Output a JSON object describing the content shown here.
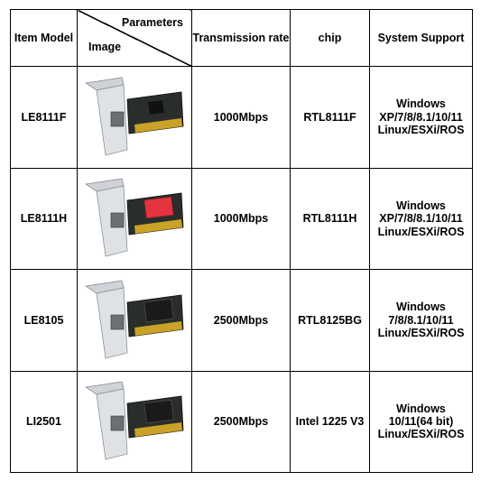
{
  "header": {
    "item_model": "Item Model",
    "parameters": "Parameters",
    "image": "Image",
    "transmission_rate": "Transmission rate",
    "chip": "chip",
    "system_support": "System Support"
  },
  "rows": [
    {
      "model": "LE8111F",
      "rate": "1000Mbps",
      "chip": "RTL8111F",
      "system": [
        "Windows",
        "XP/7/8/8.1/10/11",
        "Linux/ESXi/ROS"
      ],
      "heatsink_color": "#111111"
    },
    {
      "model": "LE8111H",
      "rate": "1000Mbps",
      "chip": "RTL8111H",
      "system": [
        "Windows",
        "XP/7/8/8.1/10/11",
        "Linux/ESXi/ROS"
      ],
      "heatsink_color": "#e53340"
    },
    {
      "model": "LE8105",
      "rate": "2500Mbps",
      "chip": "RTL8125BG",
      "system": [
        "Windows",
        "7/8/8.1/10/11",
        "Linux/ESXi/ROS"
      ],
      "heatsink_color": "#1a1a1a"
    },
    {
      "model": "LI2501",
      "rate": "2500Mbps",
      "chip": "Intel 1225 V3",
      "system": [
        "Windows",
        "10/11(64 bit)",
        "Linux/ESXi/ROS"
      ],
      "heatsink_color": "#1a1a1a"
    }
  ]
}
